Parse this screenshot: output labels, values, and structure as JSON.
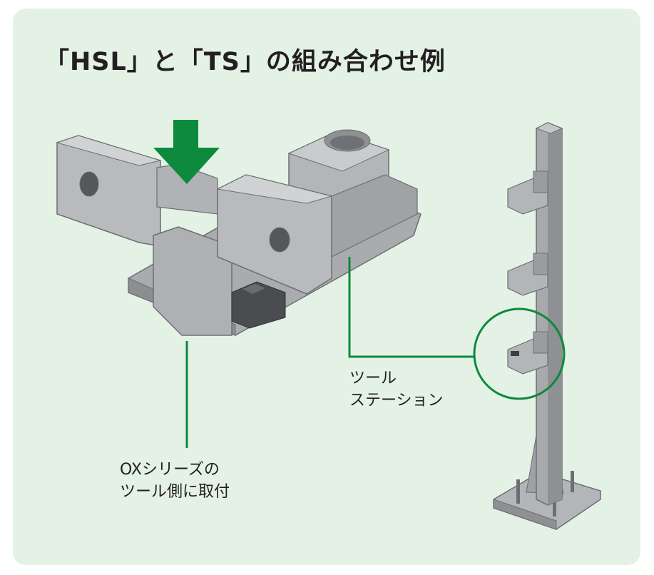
{
  "title": "「HSL」と「TS」の組み合わせ例",
  "labels": {
    "tool_station": [
      "ツール",
      "ステーション"
    ],
    "ox_mount": [
      "OXシリーズの",
      "ツール側に取付"
    ]
  },
  "colors": {
    "background": "#e4f2e6",
    "accent_green": "#0d8a3c",
    "metal": "#a7a9ac",
    "text": "#231f20"
  }
}
